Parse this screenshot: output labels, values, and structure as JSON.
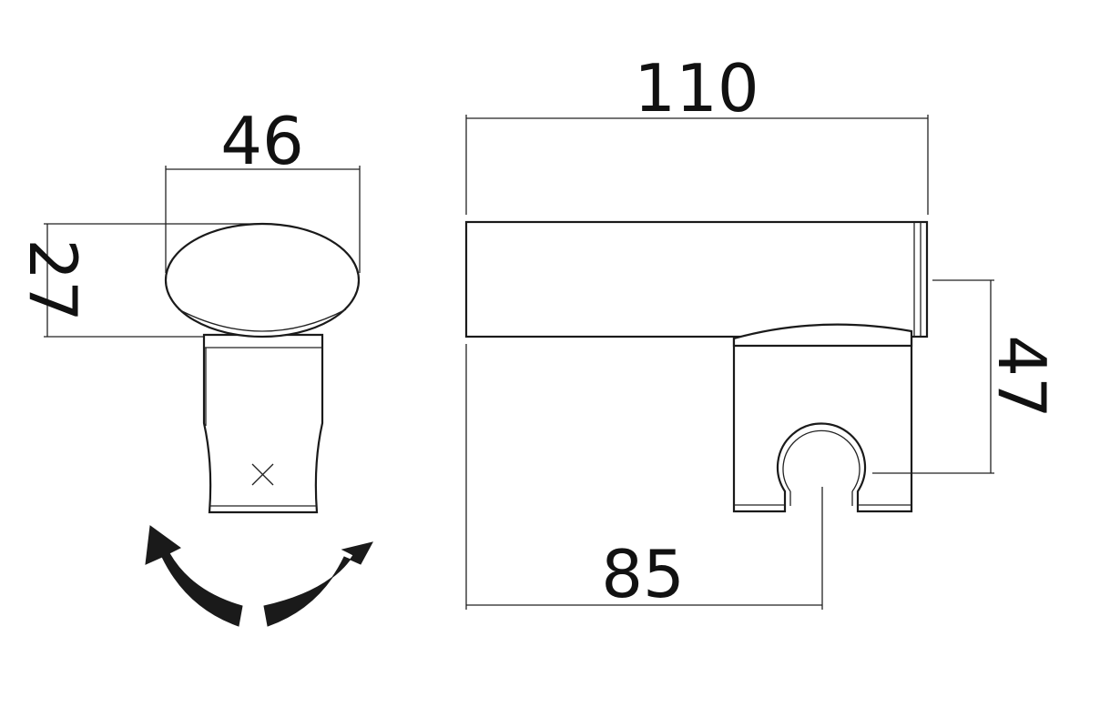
{
  "dimensions": {
    "top_width": "110",
    "knob_width": "46",
    "knob_height": "27",
    "holder_height": "47",
    "holder_offset": "85"
  },
  "icons": {
    "rotation": "rotation-arrows-icon"
  },
  "colors": {
    "line": "#1a1a1a",
    "background": "#ffffff"
  }
}
